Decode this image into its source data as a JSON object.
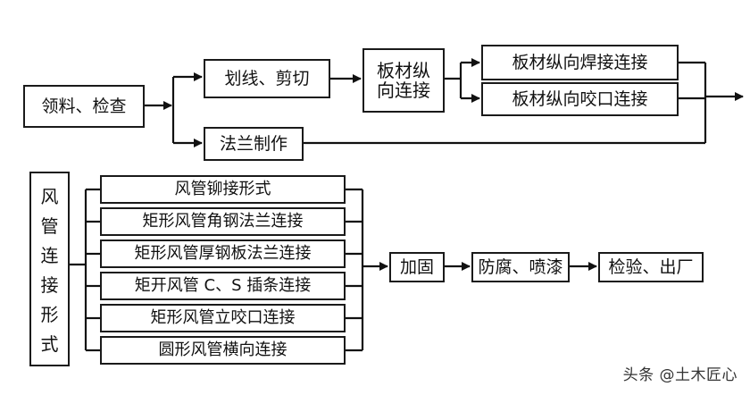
{
  "top_flow": {
    "receive_check": "领料、检查",
    "mark_cut": "划线、剪切",
    "long_joint": "板材纵向连接",
    "weld_joint": "板材纵向焊接连接",
    "bite_joint": "板材纵向咬口连接",
    "flange_make": "法兰制作"
  },
  "connection_forms": {
    "vertical_label": [
      "风",
      "管",
      "连",
      "接",
      "形",
      "式"
    ],
    "items": [
      "风管铆接形式",
      "矩形风管角钢法兰连接",
      "矩形风管厚钢板法兰连接",
      "矩开风管 C、S 插条连接",
      "矩形风管立咬口连接",
      "圆形风管横向连接"
    ]
  },
  "bottom_flow": {
    "reinforce": "加固",
    "anticorrosion": "防腐、喷漆",
    "inspect": "检验、出厂"
  },
  "watermark": "头条 @土木匠心"
}
